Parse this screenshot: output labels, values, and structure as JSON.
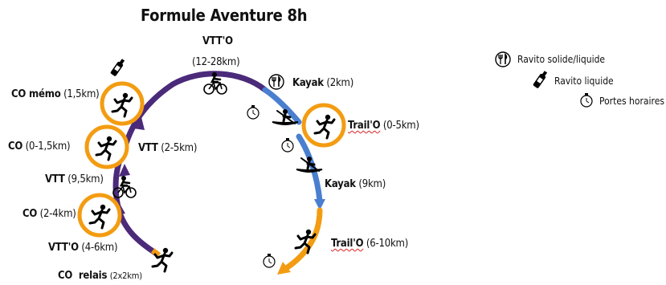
{
  "title": "Formule Aventure 8h",
  "colors": {
    "purple": "#4b2a7a",
    "blue": "#4a7fd0",
    "orange": "#f39c12",
    "black": "#000000"
  },
  "stages": [
    {
      "name": "VTT'O",
      "detail": "(12-28km)"
    },
    {
      "name": "Kayak",
      "detail": "(2km)"
    },
    {
      "name": "Trail'O",
      "detail": "(0-5km)"
    },
    {
      "name": "Kayak",
      "detail": "(9km)"
    },
    {
      "name": "Trail'O",
      "detail": "(6-10km)"
    },
    {
      "name": "CO mémo",
      "detail": "(1,5km)"
    },
    {
      "name": "CO",
      "detail": "(0-1,5km)"
    },
    {
      "name": "VTT",
      "detail": "(2-5km)"
    },
    {
      "name": "VTT",
      "detail": "(9,5km)"
    },
    {
      "name": "CO",
      "detail": "(2-4km)"
    },
    {
      "name": "VTT'O",
      "detail": "(4-6km)"
    },
    {
      "name": "CO  relais",
      "detail": "(2x2km)"
    }
  ],
  "legend": {
    "solid": "Ravito solide/liquide",
    "liquid": "Ravito liquide",
    "gates": "Portes horaires"
  },
  "icons": [
    "running-person-icon",
    "bike-icon",
    "kayak-icon",
    "bottle-icon",
    "fork-knife-icon",
    "stopwatch-icon"
  ]
}
